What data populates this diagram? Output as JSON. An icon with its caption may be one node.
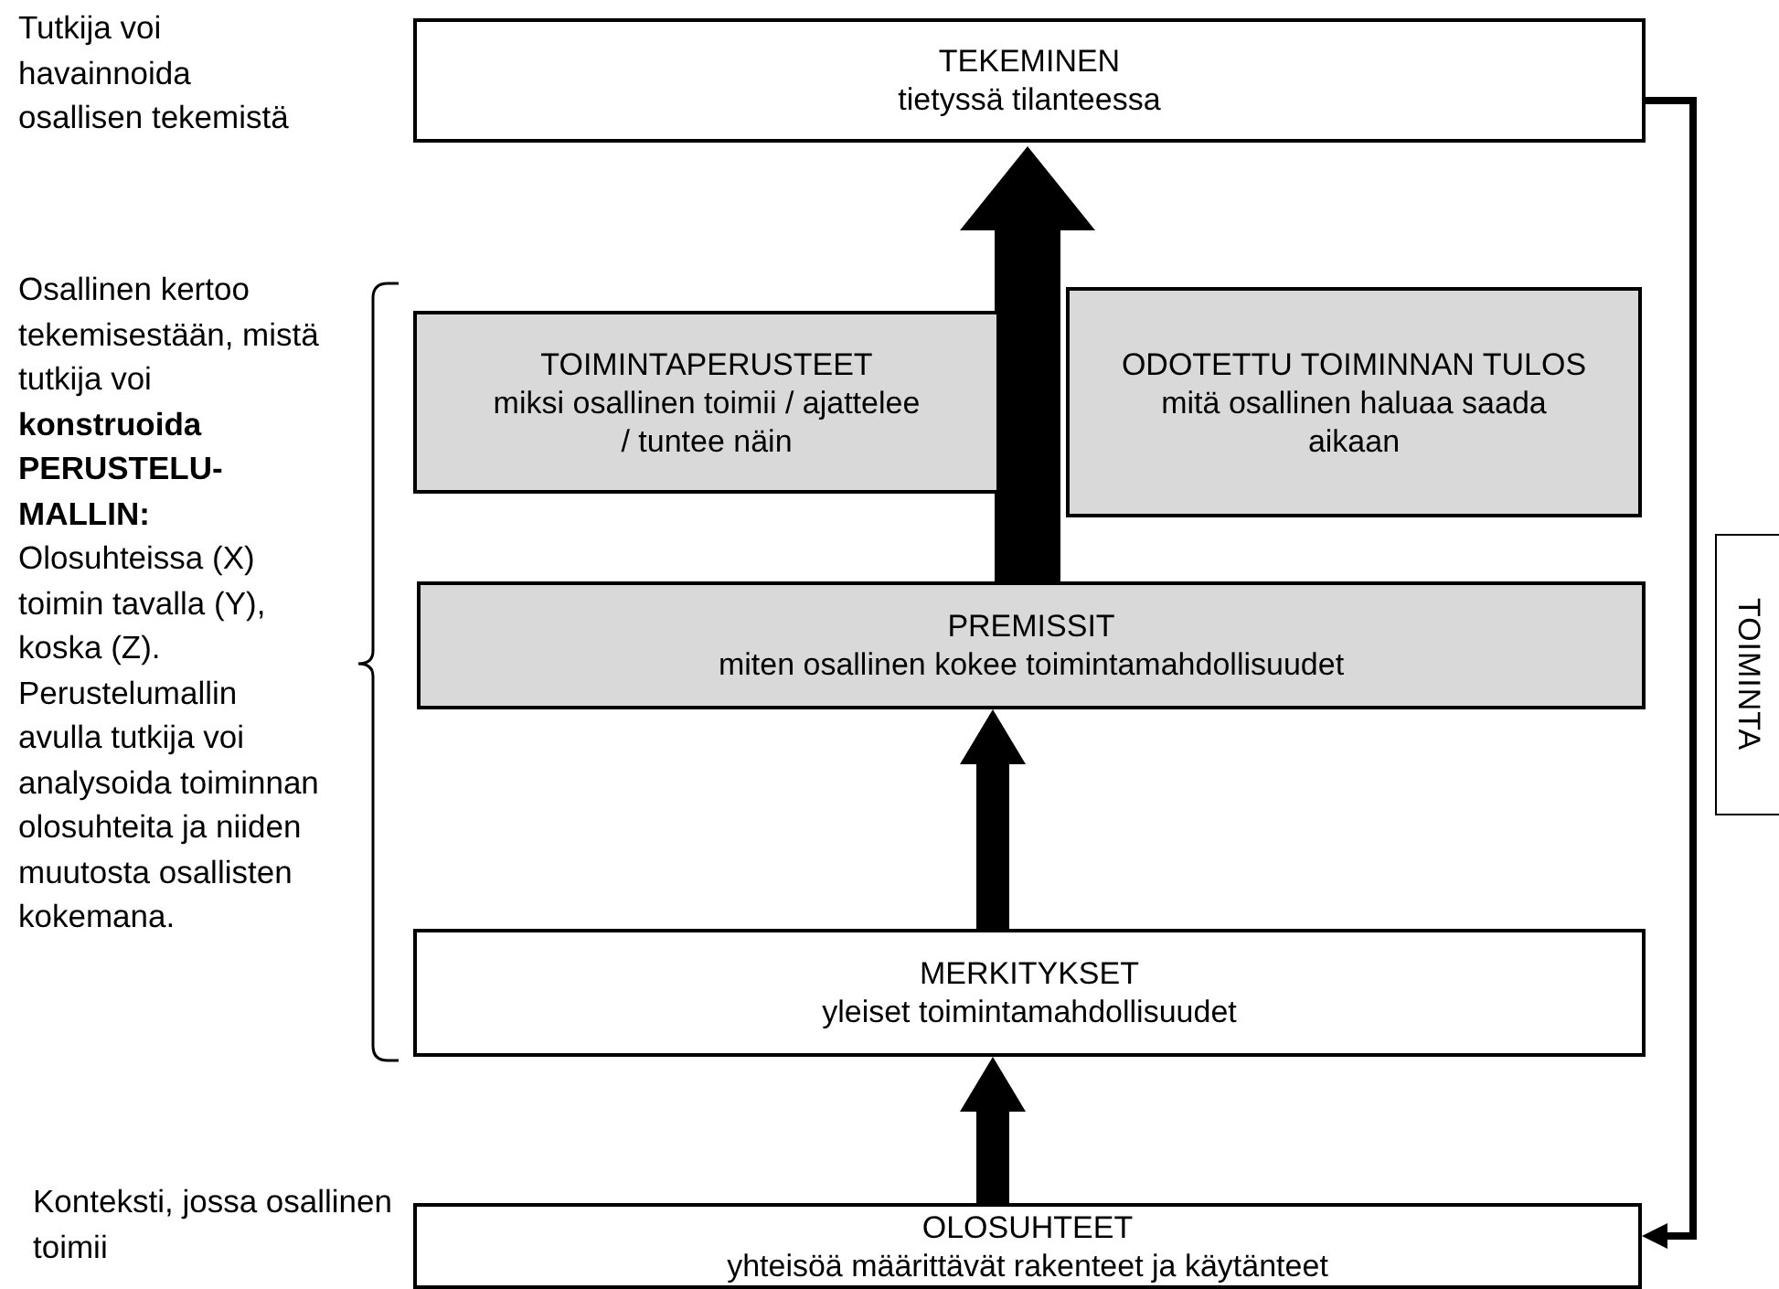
{
  "diagram": {
    "nodes": [
      {
        "text": [
          "TEKEMINEN",
          "tietyssä tilanteessa"
        ]
      },
      {
        "text": [
          "TOIMINTAPERUSTEET",
          "miksi osallinen toimii / ajattelee / tuntee näin"
        ]
      },
      {
        "text": [
          "ODOTETTU TOIMINNAN TULOS",
          "mitä osallinen haluaa saada aikaan"
        ]
      },
      {
        "text": [
          "PREMISSIT",
          "miten osallinen kokee toimintamahdollisuudet"
        ]
      },
      {
        "text": [
          "MERKITYKSET",
          "yleiset toimintamahdollisuudet"
        ]
      },
      {
        "text": [
          "OLOSUHTEET",
          "yhteisöä määrittävät rakenteet ja käytänteet"
        ]
      },
      {
        "text": [
          "TOIMINTA"
        ]
      }
    ],
    "edges": [
      {
        "from": 3,
        "to": 0,
        "arrow": "to",
        "style": "thick"
      },
      {
        "from": 4,
        "to": 3,
        "arrow": "to"
      },
      {
        "from": 5,
        "to": 4,
        "arrow": "to"
      },
      {
        "from": 0,
        "to": 5,
        "arrow": "to"
      }
    ],
    "labels": [
      "Tutkija voi havainnoida osallisen tekemistä",
      "Osallinen kertoo tekemisestään, mistä tutkija voi **konstruoida PERUSTELU- MALLIN:** Olosuhteissa (X) toimin tavalla (Y), koska (Z). Perustelumallin avulla tutkija voi analysoida toiminnan olosuhteita ja niiden muutosta osallisten kokemana.",
      "Konteksti, jossa osallinen toimii"
    ]
  }
}
